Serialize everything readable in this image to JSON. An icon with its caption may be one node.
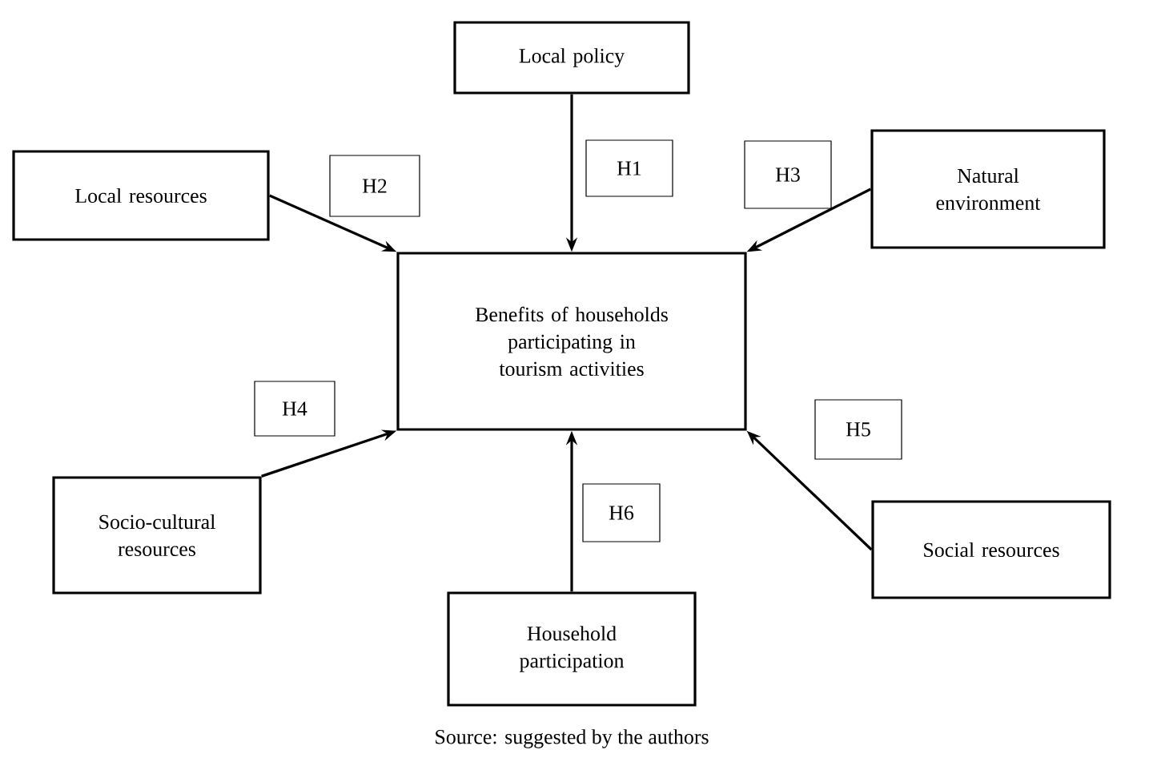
{
  "diagram": {
    "caption": "Source: suggested by the authors",
    "nodes": [
      {
        "text": [
          "Local policy"
        ]
      },
      {
        "text": [
          "Local resources"
        ]
      },
      {
        "text": [
          "H2"
        ]
      },
      {
        "text": [
          "H1"
        ]
      },
      {
        "text": [
          "H3"
        ]
      },
      {
        "text": [
          "Natural environment"
        ]
      },
      {
        "text": [
          "Benefits of households participating in tourism activities"
        ]
      },
      {
        "text": [
          "H4"
        ]
      },
      {
        "text": [
          "H5"
        ]
      },
      {
        "text": [
          "Socio-cultural resources"
        ]
      },
      {
        "text": [
          "H6"
        ]
      },
      {
        "text": [
          "Social resources"
        ]
      },
      {
        "text": [
          "Household participation"
        ]
      }
    ],
    "edges": [
      {
        "from": 0,
        "to": 6,
        "arrow": "to"
      },
      {
        "from": 1,
        "to": 6,
        "arrow": "to"
      },
      {
        "from": 5,
        "to": 6,
        "arrow": "to"
      },
      {
        "from": 9,
        "to": 6,
        "arrow": "to"
      },
      {
        "from": 11,
        "to": 6,
        "arrow": "to"
      },
      {
        "from": 12,
        "to": 6,
        "arrow": "to"
      }
    ]
  }
}
